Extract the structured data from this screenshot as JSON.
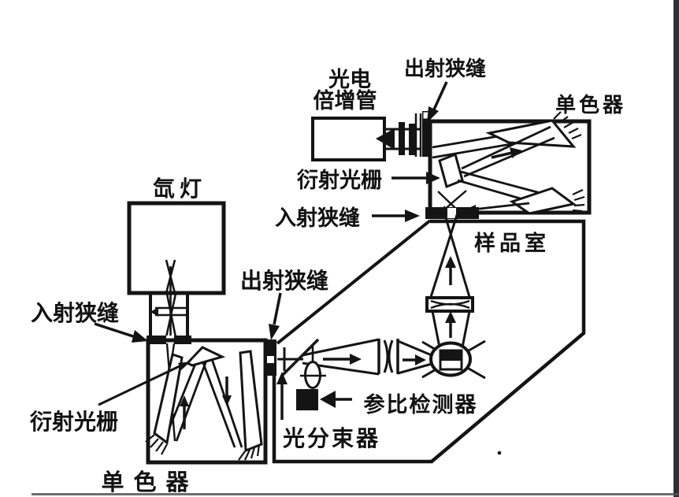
{
  "diagram": {
    "labels": {
      "pmt_line1": "光电",
      "pmt_line2": "倍增管",
      "exit_slit_top": "出射狭缝",
      "monochromator_top": "单色器",
      "diffraction_grating_top": "衍射光栅",
      "entrance_slit_top": "入射狭缝",
      "sample_chamber": "样品室",
      "xenon_lamp": "氙灯",
      "entrance_slit_left": "入射狭缝",
      "exit_slit_left": "出射狭缝",
      "diffraction_grating_left": "衍射光栅",
      "monochromator_bottom": "单色器",
      "reference_detector": "参比检测器",
      "beam_splitter": "光分束器"
    },
    "colors": {
      "ink": "#141414",
      "background": "#ffffff",
      "right_edge_band": "#2c3136",
      "bottom_edge_line": "#555555"
    }
  }
}
